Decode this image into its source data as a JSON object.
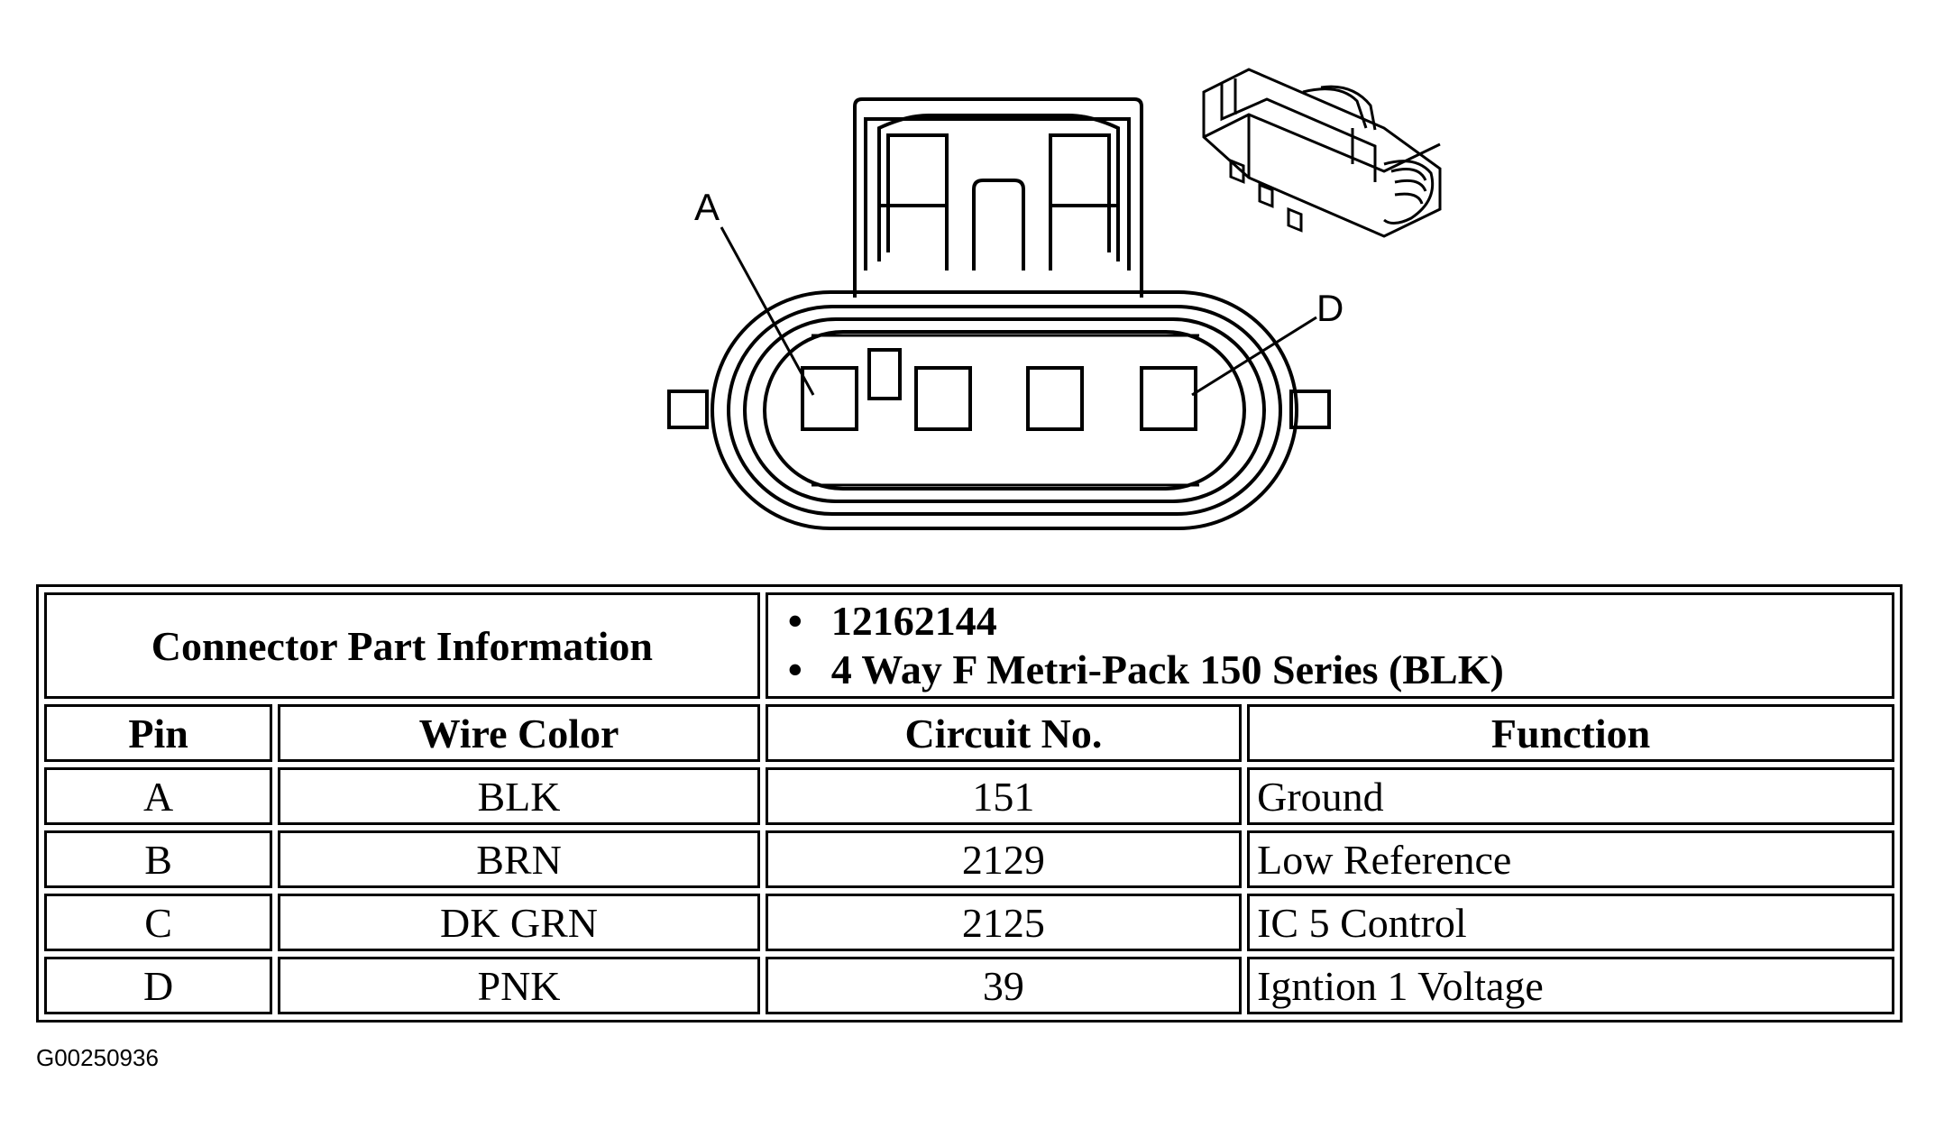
{
  "diagram": {
    "pin_labels": [
      "A",
      "D"
    ]
  },
  "table": {
    "info_title": "Connector Part Information",
    "info_items": [
      "12162144",
      "4 Way F Metri-Pack 150 Series (BLK)"
    ],
    "headers": [
      "Pin",
      "Wire Color",
      "Circuit No.",
      "Function"
    ],
    "rows": [
      {
        "pin": "A",
        "wire_color": "BLK",
        "circuit": "151",
        "function": "Ground"
      },
      {
        "pin": "B",
        "wire_color": "BRN",
        "circuit": "2129",
        "function": "Low Reference"
      },
      {
        "pin": "C",
        "wire_color": "DK GRN",
        "circuit": "2125",
        "function": "IC 5 Control"
      },
      {
        "pin": "D",
        "wire_color": "PNK",
        "circuit": "39",
        "function": "Igntion 1 Voltage"
      }
    ]
  },
  "figure_id": "G00250936"
}
